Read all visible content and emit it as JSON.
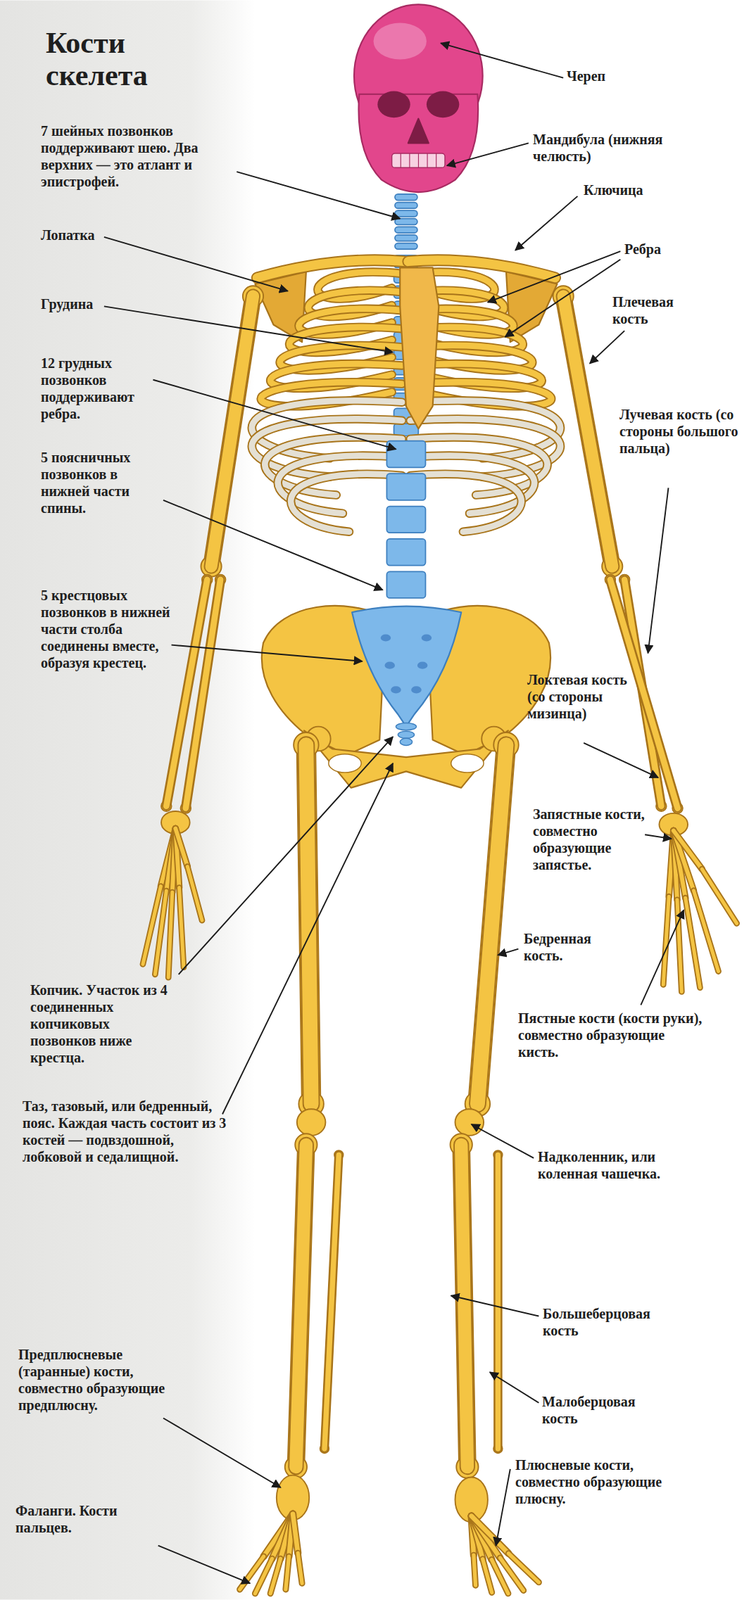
{
  "diagram": {
    "title": "Кости скелета",
    "labels": [
      "Череп",
      "7 шейных позвонков поддерживают шею. Два верхних — это атлант и эпистрофей.",
      "Мандибула (нижняя челюсть)",
      "Ключица",
      "Лопатка",
      "Ребра",
      "Грудина",
      "Плечевая кость",
      "12 грудных позвонков поддерживают ребра.",
      "Лучевая кость (со стороны большого пальца)",
      "5 поясничных позвонков в нижней части спины.",
      "5 крестцовых позвонков в нижней части столба соединены вместе, образуя крестец.",
      "Локтевая кость (со стороны мизинца)",
      "Запястные кости, совместно образующие запястье.",
      "Бедренная кость.",
      "Копчик. Участок из 4 соединенных копчиковых позвонков ниже крестца.",
      "Пястные кости (кости руки), совместно образующие кисть.",
      "Таз, тазовый, или бедренный, пояс. Каждая часть состоит из 3 костей — подвздошной, лобковой и седалищной.",
      "Надколенник, или коленная чашечка.",
      "Большеберцовая кость",
      "Малоберцовая кость",
      "Предплюсневые (таранные) кости, совместно образующие предплюсну.",
      "Плюсневые кости, совместно образующие плюсну.",
      "Фаланги. Кости пальцев."
    ]
  }
}
